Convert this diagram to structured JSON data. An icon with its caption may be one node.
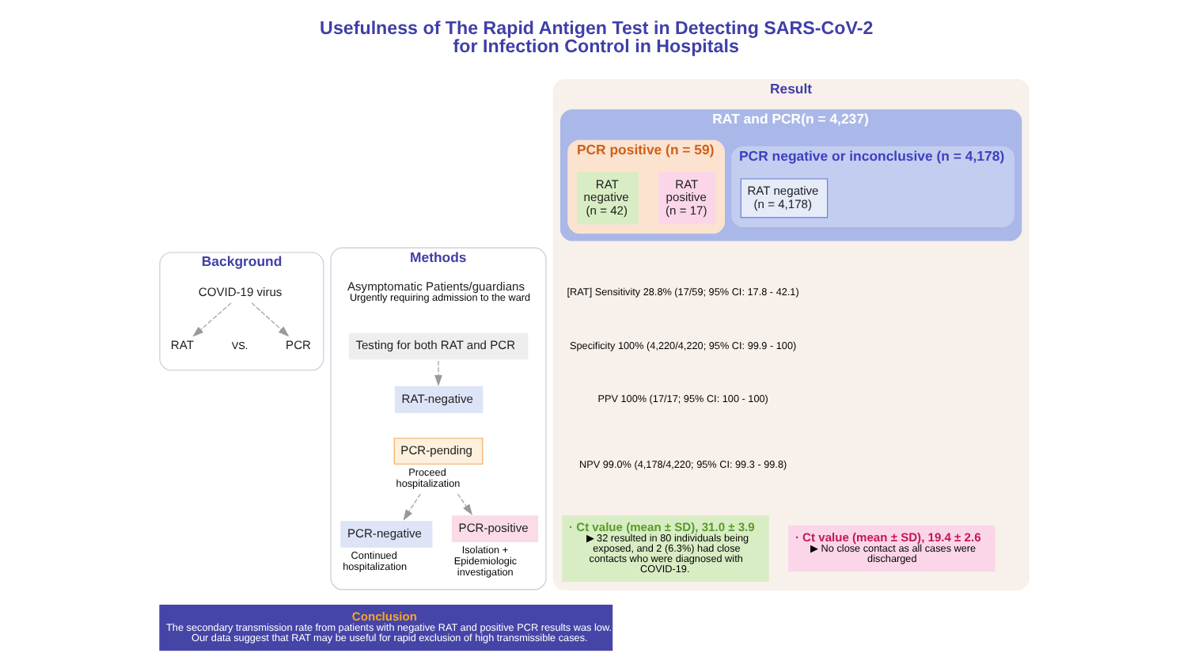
{
  "diagram": {
    "title": "Usefulness of The Rapid Antigen Test in Detecting SARS-CoV-2 for Infection Control in Hospitals",
    "nodes": [
      {
        "text": [
          "Background"
        ]
      },
      {
        "text": [
          "COVID-19 virus"
        ],
        "in": 0
      },
      {
        "text": [
          "RAT"
        ],
        "in": 0
      },
      {
        "text": [
          "PCR"
        ],
        "in": 0
      },
      {
        "text": [
          "Methods"
        ]
      },
      {
        "text": [
          "Asymptomatic Patients/guardians",
          "Urgently requiring admission to the ward"
        ],
        "in": 4
      },
      {
        "text": [
          "Testing for both RAT and PCR"
        ],
        "in": 4
      },
      {
        "text": [
          "RAT-negative"
        ],
        "in": 4
      },
      {
        "text": [
          "PCR-pending"
        ],
        "in": 4,
        "beside": [
          "Proceed hospitalization"
        ]
      },
      {
        "text": [
          "PCR-negative"
        ],
        "in": 4,
        "beside": [
          "Continued hospitalization"
        ]
      },
      {
        "text": [
          "PCR-positive"
        ],
        "in": 4,
        "beside": [
          "Isolation + Epidemiologic investigation"
        ]
      },
      {
        "text": [
          "Result"
        ]
      },
      {
        "text": [
          "RAT and PCR(n = 4,237)"
        ],
        "in": 11
      },
      {
        "text": [
          "PCR negative or inconclusive (n = 4,178)"
        ],
        "in": 12
      },
      {
        "text": [
          "RAT negative (n = 4,178)"
        ],
        "in": 13
      },
      {
        "text": [
          "PCR positive (n = 59)"
        ],
        "in": 12
      },
      {
        "text": [
          "RAT negative (n = 42)"
        ],
        "in": 15
      },
      {
        "text": [
          "RAT positive (n = 17)"
        ],
        "in": 15
      },
      {
        "text": [
          "· Ct value (mean ± SD), 31.0 ± 3.9",
          "▶ 32 resulted in 80 individuals being exposed, and 2 (6.3%) had close contacts who were diagnosed with COVID-19."
        ],
        "in": 11
      },
      {
        "text": [
          "· Ct value (mean ± SD), 19.4 ± 2.6",
          "▶ No close contact as all cases were discharged"
        ],
        "in": 11
      },
      {
        "text": [
          "Conclusion",
          "The secondary transmission rate from patients with negative RAT and positive PCR results was low. Our data suggest that RAT may be useful for rapid exclusion of high transmissible cases."
        ]
      }
    ],
    "edges": [
      {
        "from": 1,
        "to": 2,
        "arrow": "to",
        "style": "dashed"
      },
      {
        "from": 1,
        "to": 3,
        "arrow": "to",
        "style": "dashed"
      },
      {
        "from": 6,
        "to": 7,
        "arrow": "to",
        "style": "dashed"
      },
      {
        "from": 8,
        "to": 9,
        "arrow": "to",
        "style": "dashed"
      },
      {
        "from": 8,
        "to": 10,
        "arrow": "to",
        "style": "dashed"
      }
    ],
    "labels": [
      "VS.",
      "[RAT] Sensitivity 28.8% (17/59; 95% CI: 17.8 - 42.1)",
      "Specificity 100% (4,220/4,220; 95% CI: 99.9 - 100)",
      "PPV 100% (17/17; 95% CI: 100 - 100)",
      "NPV 99.0% (4,178/4,220; 95% CI: 99.3 - 99.8)"
    ]
  }
}
